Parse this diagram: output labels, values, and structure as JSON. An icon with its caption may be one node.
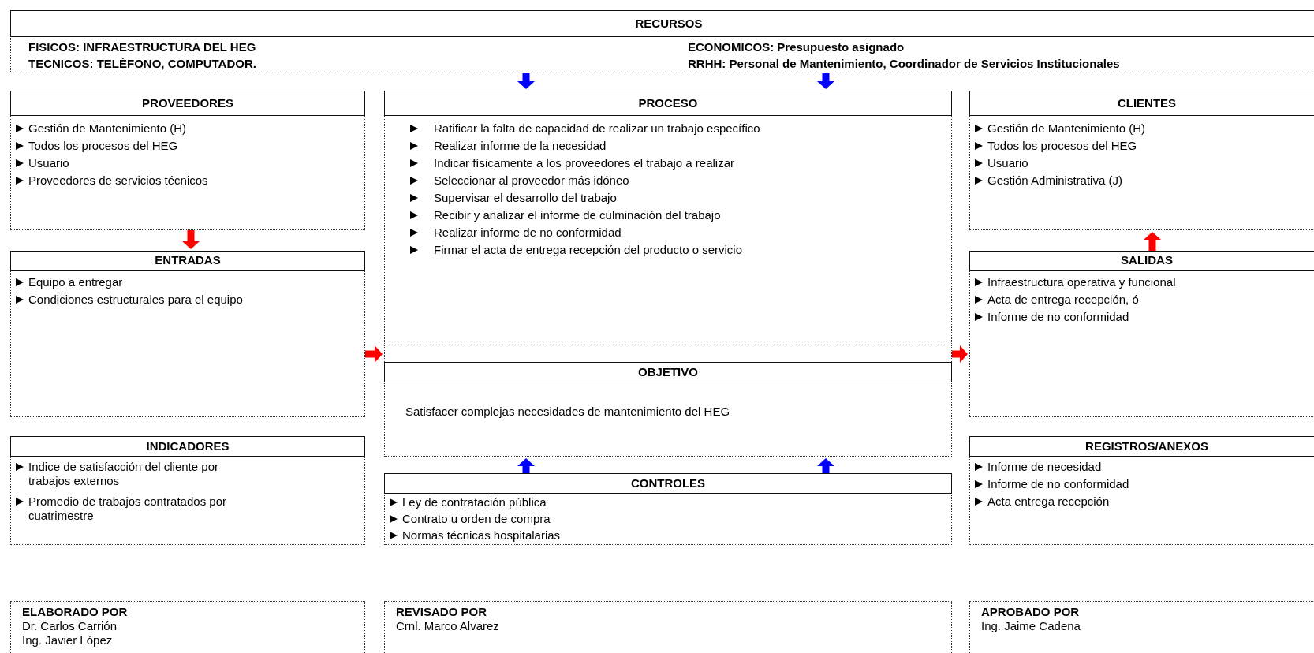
{
  "diagram": {
    "nodes": [
      {
        "text": [
          "RECURSOS",
          "FISICOS: INFRAESTRUCTURA DEL HEG",
          "TECNICOS: TELÉFONO, COMPUTADOR.",
          "ECONOMICOS: Presupuesto asignado",
          "RRHH: Personal de Mantenimiento, Coordinador de Servicios Institucionales"
        ]
      },
      {
        "text": [
          "PROVEEDORES",
          "Gestión de Mantenimiento (H)",
          "Todos los procesos del HEG",
          "Usuario",
          "Proveedores de servicios técnicos"
        ]
      },
      {
        "text": [
          "PROCESO",
          "Ratificar la falta de capacidad de realizar un trabajo específico",
          "Realizar informe de la necesidad",
          "Indicar físicamente a los proveedores el trabajo a realizar",
          "Seleccionar al proveedor más idóneo",
          "Supervisar el desarrollo del trabajo",
          "Recibir y analizar el informe de culminación del trabajo",
          "Realizar informe de no conformidad",
          "Firmar el acta de entrega recepción del producto o servicio"
        ]
      },
      {
        "text": [
          "CLIENTES",
          "Gestión de Mantenimiento (H)",
          "Todos los procesos del HEG",
          "Usuario",
          "Gestión Administrativa (J)"
        ]
      },
      {
        "text": [
          "ENTRADAS",
          "Equipo a entregar",
          "Condiciones estructurales para el equipo"
        ]
      },
      {
        "text": [
          "OBJETIVO",
          "Satisfacer complejas necesidades de mantenimiento del HEG"
        ]
      },
      {
        "text": [
          "SALIDAS",
          "Infraestructura operativa y funcional",
          "Acta de entrega recepción, ó",
          "Informe de no conformidad"
        ]
      },
      {
        "text": [
          "INDICADORES",
          "Indice de satisfacción del cliente por trabajos externos",
          "Promedio de trabajos contratados por cuatrimestre"
        ]
      },
      {
        "text": [
          "CONTROLES",
          "Ley de contratación pública",
          "Contrato u orden de compra",
          "Normas técnicas hospitalarias"
        ]
      },
      {
        "text": [
          "REGISTROS/ANEXOS",
          "Informe de necesidad",
          "Informe de no conformidad",
          "Acta entrega recepción"
        ]
      },
      {
        "text": [
          "ELABORADO POR",
          "Dr. Carlos Carrión",
          "Ing. Javier López"
        ]
      },
      {
        "text": [
          "REVISADO POR",
          "Crnl. Marco Alvarez"
        ]
      },
      {
        "text": [
          "APROBADO POR",
          "Ing. Jaime Cadena"
        ]
      }
    ],
    "edges": [
      {
        "from": 0,
        "to": 2,
        "arrow": "to",
        "color": "#0000ff"
      },
      {
        "from": 0,
        "to": 2,
        "arrow": "to",
        "color": "#0000ff"
      },
      {
        "from": 1,
        "to": 4,
        "arrow": "to",
        "color": "#ff0000"
      },
      {
        "from": 4,
        "to": 2,
        "arrow": "to",
        "color": "#ff0000"
      },
      {
        "from": 2,
        "to": 6,
        "arrow": "to",
        "color": "#ff0000"
      },
      {
        "from": 6,
        "to": 3,
        "arrow": "to",
        "color": "#ff0000"
      },
      {
        "from": 8,
        "to": 5,
        "arrow": "to",
        "color": "#0000ff"
      },
      {
        "from": 8,
        "to": 5,
        "arrow": "to",
        "color": "#0000ff"
      }
    ]
  }
}
